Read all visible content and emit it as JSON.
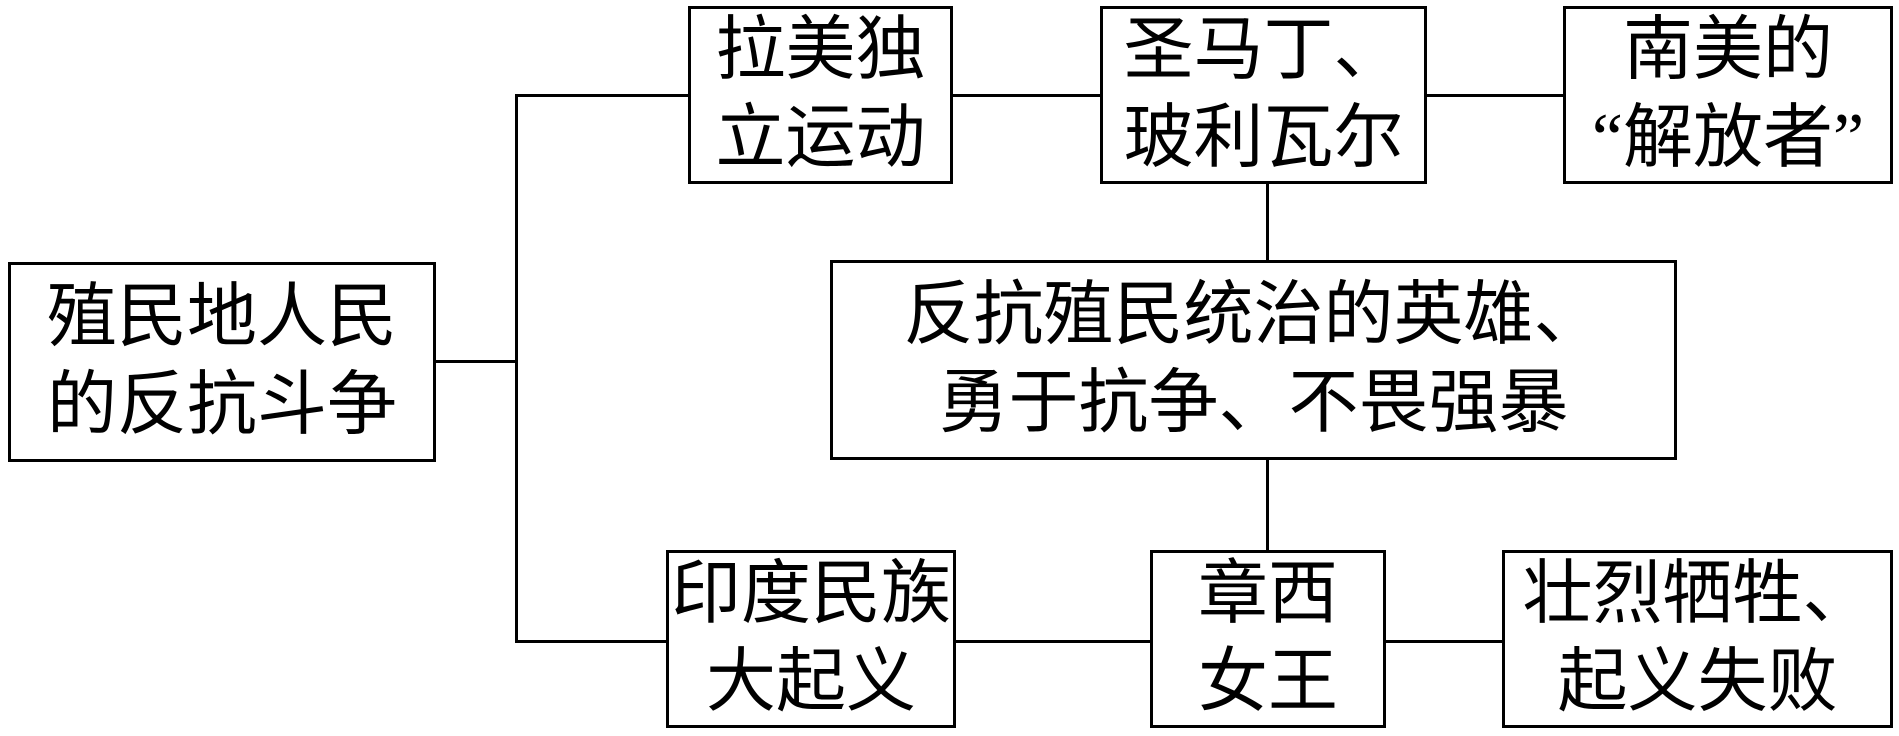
{
  "diagram": {
    "background_color": "#ffffff",
    "line_color": "#000000",
    "text_color": "#000000",
    "nodes": [
      {
        "id": "root",
        "lines": [
          "殖民地人民",
          "的反抗斗争"
        ]
      },
      {
        "id": "latin-america-movement",
        "lines": [
          "拉美独",
          "立运动"
        ]
      },
      {
        "id": "san-martin-bolivar",
        "lines": [
          "圣马丁、",
          "玻利瓦尔"
        ]
      },
      {
        "id": "south-america-liberator",
        "lines": [
          "南美的",
          "“解放者”"
        ]
      },
      {
        "id": "anti-colonial-heroes",
        "lines": [
          "反抗殖民统治的英雄、",
          "勇于抗争、不畏强暴"
        ]
      },
      {
        "id": "india-national-uprising",
        "lines": [
          "印度民族",
          "大起义"
        ]
      },
      {
        "id": "queen-of-jhansi",
        "lines": [
          "章西",
          "女王"
        ]
      },
      {
        "id": "sacrifice-failure",
        "lines": [
          "壮烈牺牲、",
          "起义失败"
        ]
      }
    ],
    "edges": [
      {
        "from": "root",
        "to": "latin-america-movement"
      },
      {
        "from": "root",
        "to": "india-national-uprising"
      },
      {
        "from": "latin-america-movement",
        "to": "san-martin-bolivar"
      },
      {
        "from": "san-martin-bolivar",
        "to": "south-america-liberator"
      },
      {
        "from": "san-martin-bolivar",
        "to": "anti-colonial-heroes"
      },
      {
        "from": "anti-colonial-heroes",
        "to": "queen-of-jhansi"
      },
      {
        "from": "india-national-uprising",
        "to": "queen-of-jhansi"
      },
      {
        "from": "queen-of-jhansi",
        "to": "sacrifice-failure"
      }
    ]
  }
}
